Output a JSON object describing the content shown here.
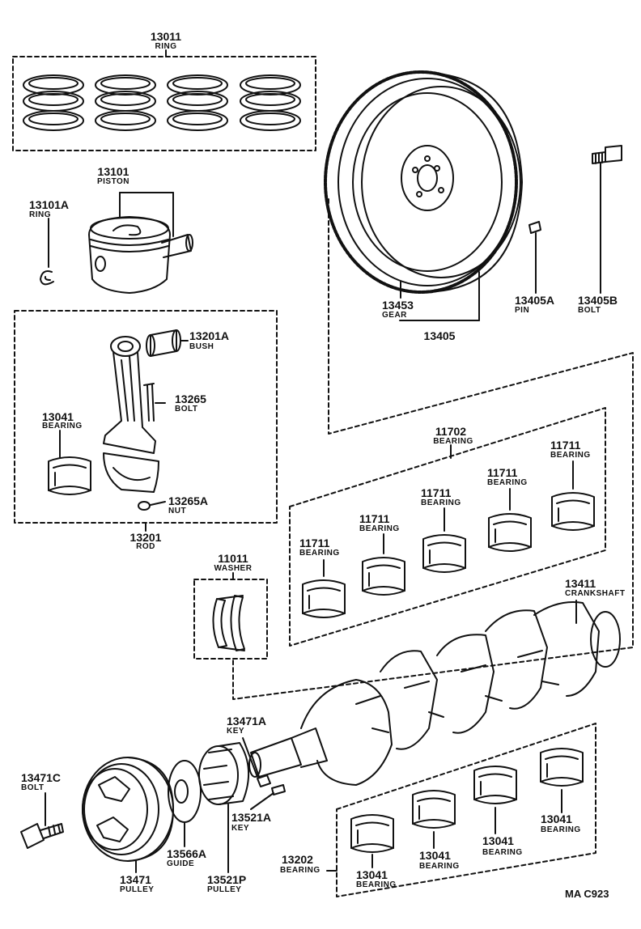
{
  "parts": {
    "ring_set": {
      "number": "13011",
      "name": "RING"
    },
    "piston": {
      "number": "13101",
      "name": "PISTON"
    },
    "piston_ring": {
      "number": "13101A",
      "name": "RING"
    },
    "bush": {
      "number": "13201A",
      "name": "BUSH"
    },
    "rod_bolt": {
      "number": "13265",
      "name": "BOLT"
    },
    "rod_bearing": {
      "number": "13041",
      "name": "BEARING"
    },
    "rod_nut": {
      "number": "13265A",
      "name": "NUT"
    },
    "rod": {
      "number": "13201",
      "name": "ROD"
    },
    "ring_gear": {
      "number": "13453",
      "name": "GEAR"
    },
    "flywheel": {
      "number": "13405",
      "name": ""
    },
    "flywheel_pin": {
      "number": "13405A",
      "name": "PIN"
    },
    "flywheel_bolt": {
      "number": "13405B",
      "name": "BOLT"
    },
    "main_bearing_set": {
      "number": "11702",
      "name": "BEARING"
    },
    "main_bearing_1": {
      "number": "11711",
      "name": "BEARING"
    },
    "main_bearing_2": {
      "number": "11711",
      "name": "BEARING"
    },
    "main_bearing_3": {
      "number": "11711",
      "name": "BEARING"
    },
    "main_bearing_4": {
      "number": "11711",
      "name": "BEARING"
    },
    "main_bearing_5": {
      "number": "11711",
      "name": "BEARING"
    },
    "thrust_washer": {
      "number": "11011",
      "name": "WASHER"
    },
    "crankshaft": {
      "number": "13411",
      "name": "CRANKSHAFT"
    },
    "crank_key": {
      "number": "13471A",
      "name": "KEY"
    },
    "pulley_bolt": {
      "number": "13471C",
      "name": "BOLT"
    },
    "pulley_key": {
      "number": "13521A",
      "name": "KEY"
    },
    "guide": {
      "number": "13566A",
      "name": "GUIDE"
    },
    "crank_pulley": {
      "number": "13471",
      "name": "PULLEY"
    },
    "timing_pulley": {
      "number": "13521P",
      "name": "PULLEY"
    },
    "crank_bearing_set": {
      "number": "13202",
      "name": "BEARING"
    },
    "crank_bearing_1": {
      "number": "13041",
      "name": "BEARING"
    },
    "crank_bearing_2": {
      "number": "13041",
      "name": "BEARING"
    },
    "crank_bearing_3": {
      "number": "13041",
      "name": "BEARING"
    },
    "crank_bearing_4": {
      "number": "13041",
      "name": "BEARING"
    }
  },
  "diagram_code": "MA C923"
}
